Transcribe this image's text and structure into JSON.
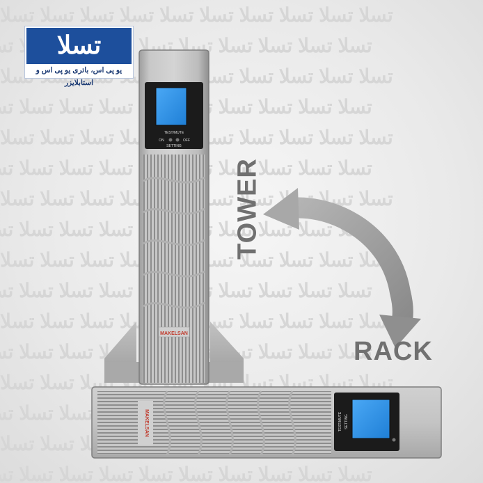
{
  "logo": {
    "wordmark": "تسلا",
    "tagline": "یو پی اس، باتری یو پی اس و استابلایزر"
  },
  "labels": {
    "tower": "TOWER",
    "rack": "RACK"
  },
  "tower_unit": {
    "brand": "MAKELSAN",
    "panel_top": "TEST/MUTE",
    "panel_left": "ON",
    "panel_right": "OFF",
    "panel_bottom": "SETTING"
  },
  "rack_unit": {
    "brand": "MAKELSAN",
    "panel_top": "TEST/MUTE",
    "panel_bottom": "SETTING"
  },
  "watermark_text": "تسلا",
  "colors": {
    "logo_blue": "#1d4f9c",
    "screen_blue": "#2a8fe8",
    "body_gray": "#b9b9b9",
    "arrow_gray": "#9a9a9a",
    "label_gray": "#707070"
  }
}
